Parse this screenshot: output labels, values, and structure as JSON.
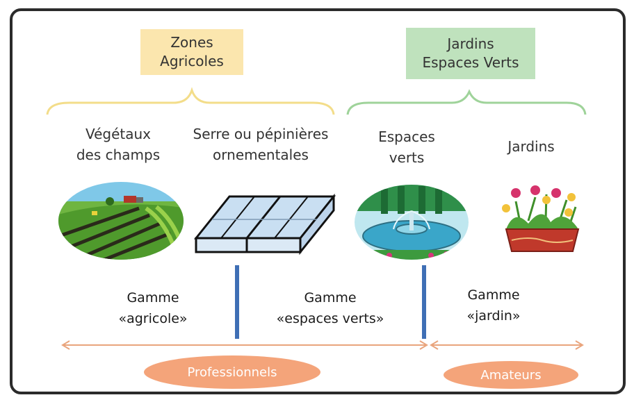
{
  "zones": {
    "agricoles": {
      "line1": "Zones",
      "line2": "Agricoles",
      "color": "#fbe6ae"
    },
    "jardins": {
      "line1": "Jardins",
      "line2": "Espaces Verts",
      "color": "#bfe2bd"
    }
  },
  "categories": [
    {
      "line1": "Végétaux",
      "line2": "des champs",
      "icon": "field-icon"
    },
    {
      "line1": "Serre ou pépinières",
      "line2": "ornementales",
      "icon": "greenhouse-icon"
    },
    {
      "line1": "Espaces",
      "line2": "verts",
      "icon": "fountain-park-icon"
    },
    {
      "line1": "Jardins",
      "line2": "",
      "icon": "flower-box-icon"
    }
  ],
  "gammes": [
    {
      "line1": "Gamme",
      "line2": "«agricole»"
    },
    {
      "line1": "Gamme",
      "line2": "«espaces verts»"
    },
    {
      "line1": "Gamme",
      "line2": "«jardin»"
    }
  ],
  "audiences": {
    "professionnels": "Professionnels",
    "amateurs": "Amateurs"
  },
  "colors": {
    "brace_agricole": "#f3dd8a",
    "brace_jardin": "#9fd39a",
    "divider": "#3f6fb5",
    "arrow": "#e9a47c",
    "pill": "#f4a47a"
  }
}
